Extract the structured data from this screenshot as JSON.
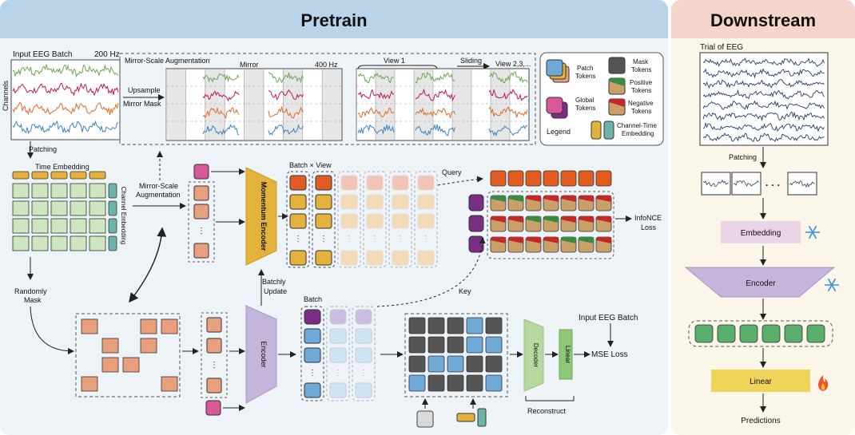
{
  "panels": {
    "pretrain_title": "Pretrain",
    "downstream_title": "Downstream"
  },
  "pretrain": {
    "input_eeg_batch": "Input EEG Batch",
    "sample_rate": "200 Hz",
    "channels_label": "Channels",
    "patching": "Patching",
    "time_embedding": "Time Embedding",
    "channel_embedding": "Channel Embedding",
    "mirror_scale_aug_title": "Mirror-Scale Augmentation",
    "upsample": "Upsample",
    "mirror_mask": "Mirror Mask",
    "mirror": "Mirror",
    "rate_400": "400 Hz",
    "view1": "View 1",
    "sliding": "Sliding",
    "view23": "View 2,3,...",
    "aug_line1": "Mirror-Scale",
    "aug_line2": "Augmentation",
    "momentum_encoder": "Momentum Encoder",
    "batch_view": "Batch × View",
    "query": "Query",
    "infonce_line1": "InfoNCE",
    "infonce_line2": "Loss",
    "batchly_line1": "Batchly",
    "batchly_line2": "Update",
    "randomly_line1": "Randomly",
    "randomly_line2": "Mask",
    "encoder": "Encoder",
    "batch": "Batch",
    "key": "Key",
    "decoder": "Decoder",
    "linear": "Linear",
    "input_eeg_batch2": "Input EEG Batch",
    "mse_loss": "MSE Loss",
    "reconstruct": "Reconstruct",
    "dots": "· · ·"
  },
  "legend": {
    "patch_tokens": [
      "Patch",
      "Tokens"
    ],
    "global_tokens": [
      "Global",
      "Tokens"
    ],
    "mask_tokens": [
      "Mask",
      "Tokens"
    ],
    "positive_tokens": [
      "Positive",
      "Tokens"
    ],
    "negative_tokens": [
      "Negative",
      "Tokens"
    ],
    "channel_time": [
      "Channel-Time",
      "Embedding"
    ],
    "legend": "Legend"
  },
  "downstream": {
    "trial_of_eeg": "Trial of EEG",
    "patching": "Patching",
    "embedding": "Embedding",
    "encoder": "Encoder",
    "linear": "Linear",
    "predictions": "Predictions",
    "dots": "· · ·"
  },
  "colors": {
    "pretrain_bg": "#eef3f8",
    "pretrain_header": "#b9d3e9",
    "downstream_bg": "#fbf6ea",
    "downstream_header": "#f4d5cc",
    "patch_green": "#cfe5c0",
    "teal": "#6ab5a7",
    "gold": "#e3b23c",
    "salmon": "#e8a07c",
    "orange_q": "#e25b1f",
    "pink": "#d8589a",
    "purple": "#7b2d86",
    "lavender": "#c9bedf",
    "encoder_purple": "#c4b6da",
    "blue_token": "#6ea9d7",
    "light_blue": "#cde4f4",
    "pale_tan": "#f3dcb4",
    "pale_pink": "#f2c4b5",
    "grey_mask": "#555555",
    "tan_pos": "#c9a068",
    "linear_yellow": "#f0d45a",
    "embedding_pink": "#e9d3e4",
    "green_token": "#5aae6b",
    "decoder_green": "#b7d9a0"
  }
}
